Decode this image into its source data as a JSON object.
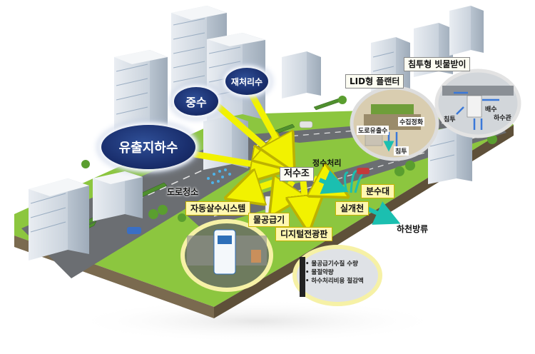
{
  "labels": {
    "treated_water": "재처리수",
    "gray_water": "중수",
    "groundwater": "유출지하수",
    "reservoir": "저수조",
    "purification": "정수처리",
    "road_cleaning": "도로청소",
    "auto_sprinkler": "자동살수시스템",
    "water_supply": "물공급기",
    "digital_board": "디지털전광판",
    "fountain": "분수대",
    "stream": "실개천",
    "river_discharge": "하천방류",
    "lid_planter": "LID형 플랜터",
    "infiltration_catch": "침투형 빗물받이"
  },
  "lid_detail": {
    "road_runoff": "도로유출수",
    "collect_purify": "수집정화",
    "infiltration": "침투"
  },
  "catch_detail": {
    "infiltration": "침투",
    "drainage": "배수",
    "sewer": "하수관"
  },
  "board_bullets": [
    "물공급기수질 수량",
    "물절약량",
    "하수처리비용 절감액"
  ],
  "colors": {
    "arrow_yellow": "#f2f200",
    "arrow_teal": "#1bbfb0",
    "oval_navy": "#1a2f6e",
    "road_gray": "#6b6e72",
    "grass_green": "#8cc63f"
  }
}
